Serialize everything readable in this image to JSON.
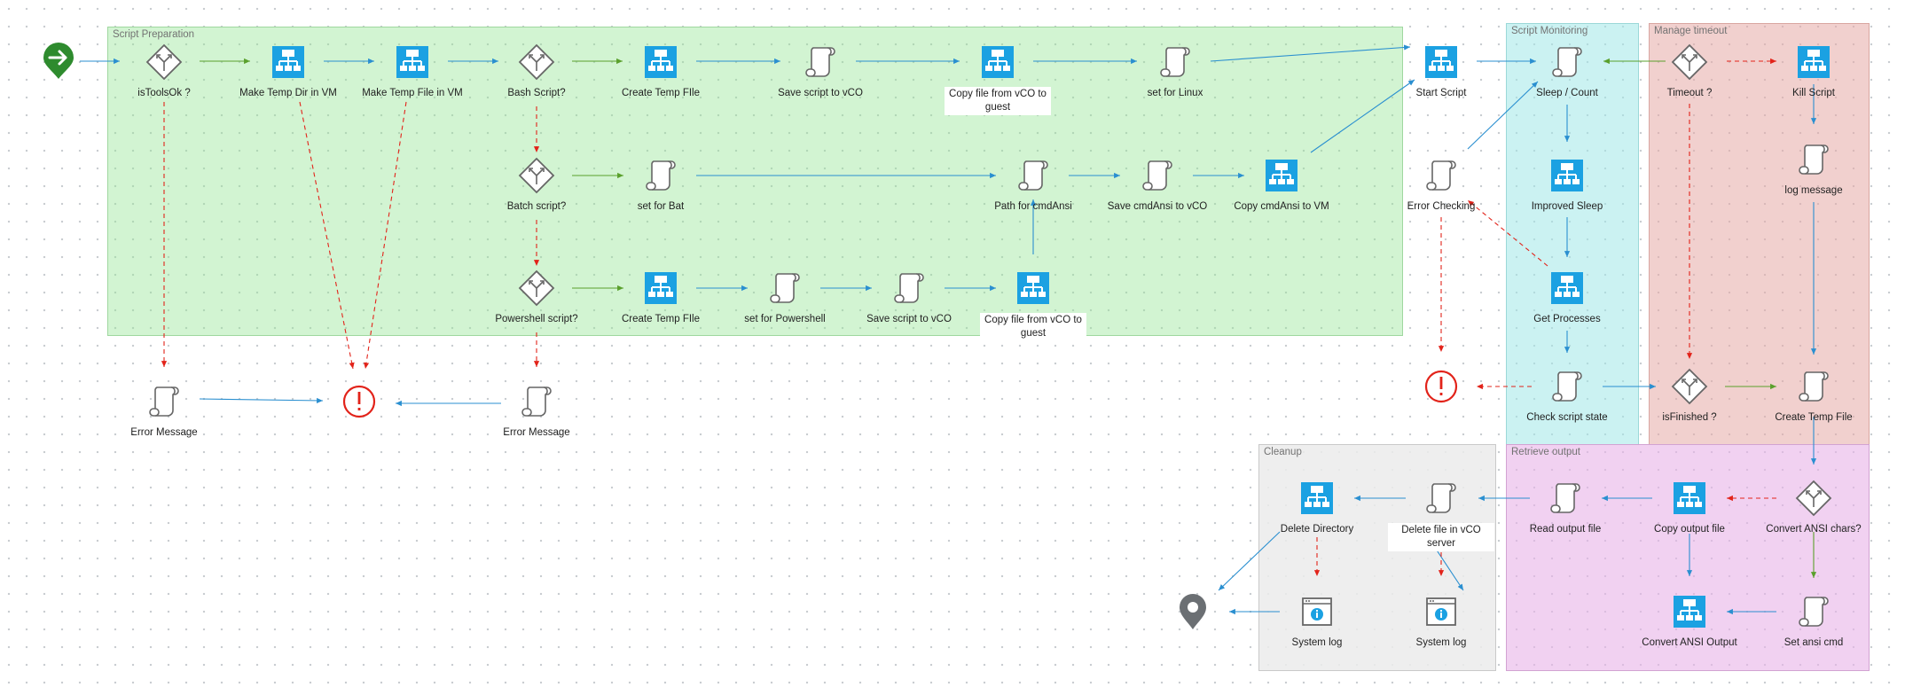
{
  "groups": {
    "prep": "Script Preparation",
    "monitoring": "Script Monitoring",
    "timeout": "Manage timeout",
    "retrieve": "Retrieve output",
    "cleanup": "Cleanup"
  },
  "colors": {
    "flow": "#2a8fd0",
    "true_branch": "#5aa02c",
    "error": "#e2231a",
    "workflow": "#1ba1e2",
    "icon_gray": "#666666",
    "start": "#2e8b2e"
  },
  "nodes": {
    "start": {
      "label": "",
      "icon": "start-arrow-icon"
    },
    "is_tools_ok": {
      "label": "isToolsOk ?",
      "icon": "decision-icon"
    },
    "make_temp_dir": {
      "label": "Make Temp Dir in VM",
      "icon": "workflow-icon"
    },
    "make_temp_file": {
      "label": "Make Temp File in VM",
      "icon": "workflow-icon"
    },
    "bash_script": {
      "label": "Bash Script?",
      "icon": "decision-icon"
    },
    "create_temp_file_1": {
      "label": "Create Temp FIle",
      "icon": "workflow-icon"
    },
    "save_script_1": {
      "label": "Save script to vCO",
      "icon": "script-icon"
    },
    "copy_file_1": {
      "label": "Copy file from vCO to guest",
      "icon": "workflow-icon"
    },
    "set_linux": {
      "label": "set for Linux",
      "icon": "script-icon"
    },
    "start_script": {
      "label": "Start Script",
      "icon": "workflow-icon"
    },
    "batch_script": {
      "label": "Batch script?",
      "icon": "decision-icon"
    },
    "set_bat": {
      "label": "set for Bat",
      "icon": "script-icon"
    },
    "path_cmdansi": {
      "label": "Path for cmdAnsi",
      "icon": "script-icon"
    },
    "save_cmdansi": {
      "label": "Save cmdAnsi to vCO",
      "icon": "script-icon"
    },
    "copy_cmdansi": {
      "label": "Copy cmdAnsi to VM",
      "icon": "workflow-icon"
    },
    "powershell_script": {
      "label": "Powershell script?",
      "icon": "decision-icon"
    },
    "create_temp_file_2": {
      "label": "Create Temp FIle",
      "icon": "workflow-icon"
    },
    "set_powershell": {
      "label": "set for Powershell",
      "icon": "script-icon"
    },
    "save_script_2": {
      "label": "Save script to vCO",
      "icon": "script-icon"
    },
    "copy_file_2": {
      "label": "Copy file from vCO to guest",
      "icon": "workflow-icon"
    },
    "error_message_1": {
      "label": "Error Message",
      "icon": "script-icon"
    },
    "error_end_1": {
      "label": "",
      "icon": "error-end-icon"
    },
    "error_message_2": {
      "label": "Error Message",
      "icon": "script-icon"
    },
    "error_checking": {
      "label": "Error Checking",
      "icon": "script-icon"
    },
    "error_end_2": {
      "label": "",
      "icon": "error-end-icon"
    },
    "sleep_count": {
      "label": "Sleep / Count",
      "icon": "script-icon"
    },
    "improved_sleep": {
      "label": "Improved Sleep",
      "icon": "workflow-icon"
    },
    "get_processes": {
      "label": "Get Processes",
      "icon": "workflow-icon"
    },
    "check_state": {
      "label": "Check script state",
      "icon": "script-icon"
    },
    "timeout": {
      "label": "Timeout ?",
      "icon": "decision-icon"
    },
    "kill_script": {
      "label": "Kill Script",
      "icon": "workflow-icon"
    },
    "log_message": {
      "label": "log message",
      "icon": "script-icon"
    },
    "is_finished": {
      "label": "isFinished ?",
      "icon": "decision-icon"
    },
    "create_temp_file_3": {
      "label": "Create Temp File",
      "icon": "script-icon"
    },
    "convert_ansi_chars": {
      "label": "Convert ANSI chars?",
      "icon": "decision-icon"
    },
    "copy_output": {
      "label": "Copy output file",
      "icon": "workflow-icon"
    },
    "read_output": {
      "label": "Read output file",
      "icon": "script-icon"
    },
    "set_ansi_cmd": {
      "label": "Set ansi cmd",
      "icon": "script-icon"
    },
    "convert_ansi_output": {
      "label": "Convert ANSI Output",
      "icon": "workflow-icon"
    },
    "delete_file": {
      "label": "Delete file in vCO server",
      "icon": "script-icon"
    },
    "delete_dir": {
      "label": "Delete Directory",
      "icon": "workflow-icon"
    },
    "system_log_1": {
      "label": "System log",
      "icon": "info-log-icon"
    },
    "system_log_2": {
      "label": "System log",
      "icon": "info-log-icon"
    },
    "end": {
      "label": "",
      "icon": "end-pin-icon"
    }
  }
}
